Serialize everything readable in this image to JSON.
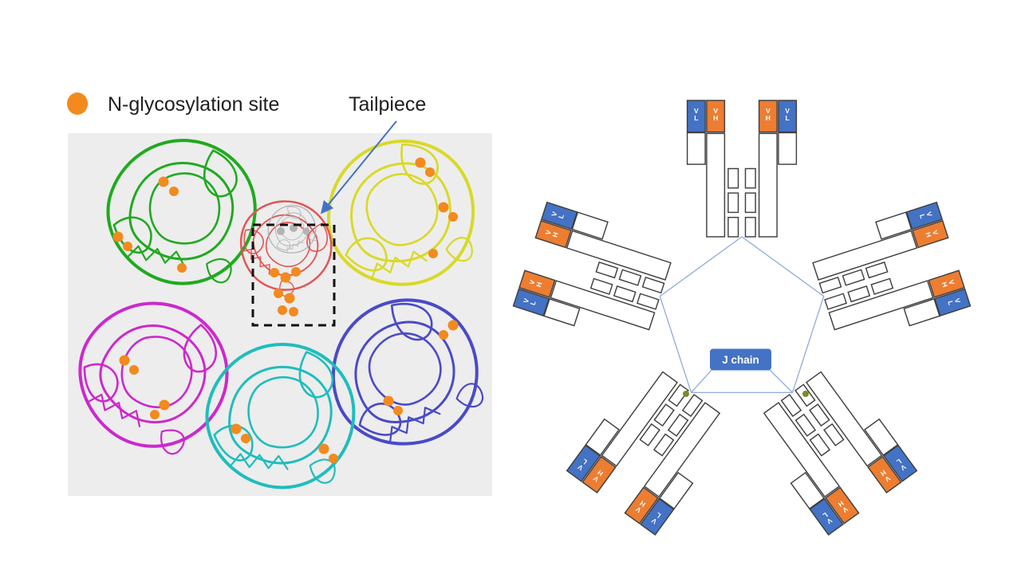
{
  "figure": {
    "legend": {
      "glyco_label": "N-glycosylation site",
      "tailpiece_label": "Tailpiece"
    },
    "schematic": {
      "vh": [
        "V",
        "H"
      ],
      "vl": [
        "V",
        "L"
      ],
      "j_chain": "J chain"
    },
    "colors": {
      "glyco_orange": "#F28A1E",
      "vh_orange": "#ED7D31",
      "vl_blue": "#4472C4",
      "j_chain_blue": "#4472C4",
      "connector_blue": "#8FAADC",
      "arrow_blue": "#4472C4",
      "panel_bg": "#EDEDED",
      "ribbon_green": "#1FAA1F",
      "ribbon_yellow": "#D9D926",
      "ribbon_magenta": "#CC29CC",
      "ribbon_blue": "#4A4AC8",
      "ribbon_cyan": "#1FBDBD",
      "ribbon_red": "#E45454",
      "ribbon_gray": "#B3B3B3",
      "dot_olive": "#7C8B2A"
    }
  }
}
